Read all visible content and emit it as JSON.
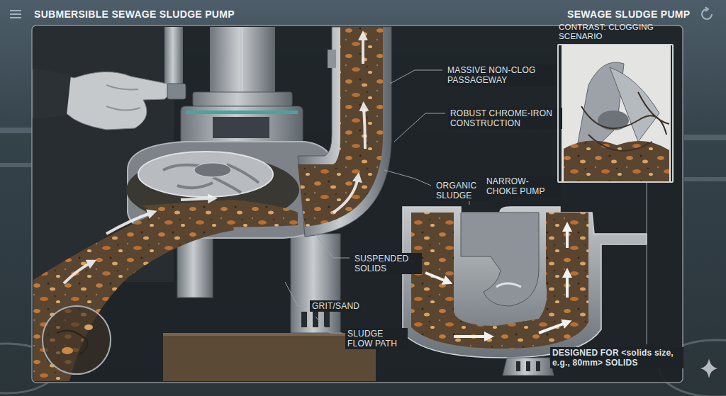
{
  "diagram": {
    "title": "SUBMERSIBLE SEWAGE SLUDGE PUMP",
    "nodes": [
      {
        "text": [
          "CONTRAST: CLOGGING SCENARIO"
        ]
      }
    ],
    "labels": [
      "SEWAGE SLUDGE PUMP",
      "MASSIVE NON-CLOG PASSAGEWAY",
      "ROBUST CHROME-IRON CONSTRUCTION",
      "ORGANIC SLUDGE",
      "NARROW-CHOKE PUMP",
      "SUSPENDED SOLIDS",
      "GRIT/SAND",
      "SLUDGE FLOW PATH",
      "DESIGNED FOR <solids size, e.g., 80mm> SOLIDS"
    ]
  }
}
